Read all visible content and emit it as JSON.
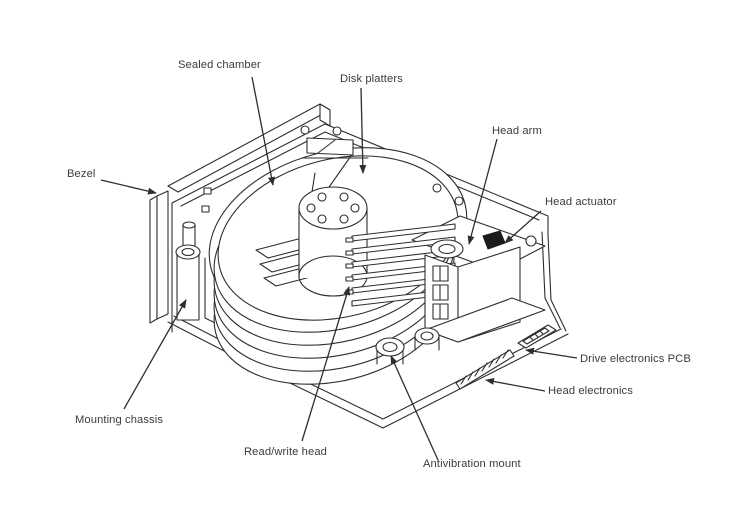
{
  "diagram": {
    "subject": "hard-disk-drive-cutaway",
    "labels": {
      "sealed_chamber": "Sealed chamber",
      "disk_platters": "Disk platters",
      "head_arm": "Head arm",
      "head_actuator": "Head actuator",
      "bezel": "Bezel",
      "mounting_chassis": "Mounting chassis",
      "read_write_head": "Read/write head",
      "antivibration_mount": "Antivibration mount",
      "drive_electronics_pcb": "Drive electronics PCB",
      "head_electronics": "Head electronics"
    },
    "colors": {
      "background": "#ffffff",
      "line": "#2e2e2e",
      "label_text": "#3b3b3b",
      "actuator_magnet": "#1b1b1b"
    }
  }
}
